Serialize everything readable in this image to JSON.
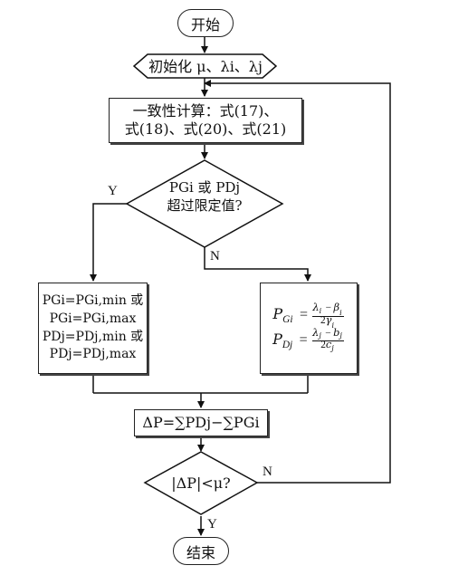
{
  "start_label": "开始",
  "end_label": "结束",
  "init_text": "初始化 μ、λi、λj",
  "compute_line1": "一致性计算：式(17)、",
  "compute_line2": "式(18)、式(20)、式(21)",
  "decision1_line1": "PGi 或 PDj",
  "decision1_line2": "超过限定值?",
  "yes_label": "Y",
  "no_label": "N",
  "left_box_lines": [
    "PGi=PGi,min 或",
    "PGi=PGi,max",
    "PDj=PDj,min 或",
    "PDj=PDj,max"
  ],
  "right_box_lines": [
    "PGi=(λi−βi)/(2γi)",
    "PDj=(λj−bj)/(2cj)"
  ],
  "delta_text": "ΔP=∑PDj−∑PGi",
  "decision2_text": "|ΔP|<μ?",
  "accent_color": "#2a6fb0",
  "math_notation": [
    "P_{\\mathrm{Gi}} = \\frac{\\lambda_i - \\beta_i}{2\\gamma_i}",
    "P_{\\mathrm{Dj}} = \\frac{\\lambda_j - b_j}{2c_j}"
  ]
}
